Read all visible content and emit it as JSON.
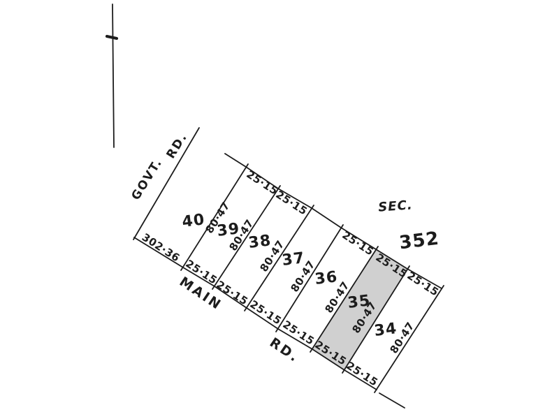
{
  "plan": {
    "section": {
      "label": "SEC.",
      "number": "352"
    },
    "roads": {
      "govt_road": {
        "name": "GOVT.",
        "type": "RD."
      },
      "main_road": {
        "name": "MAIN",
        "type": "RD."
      }
    },
    "dims": {
      "lot_frontage": "25·15",
      "lot_depth": "80·47",
      "road_boundary_total": "302·36"
    },
    "lots": [
      {
        "number": "40",
        "shaded": false
      },
      {
        "number": "39",
        "shaded": false
      },
      {
        "number": "38",
        "shaded": false
      },
      {
        "number": "37",
        "shaded": false
      },
      {
        "number": "36",
        "shaded": false
      },
      {
        "number": "35",
        "shaded": true
      },
      {
        "number": "34",
        "shaded": false
      }
    ],
    "colors": {
      "ink": "#1c1c1c",
      "shaded_lot_fill": "#d0d0d0",
      "background": "#ffffff"
    }
  }
}
